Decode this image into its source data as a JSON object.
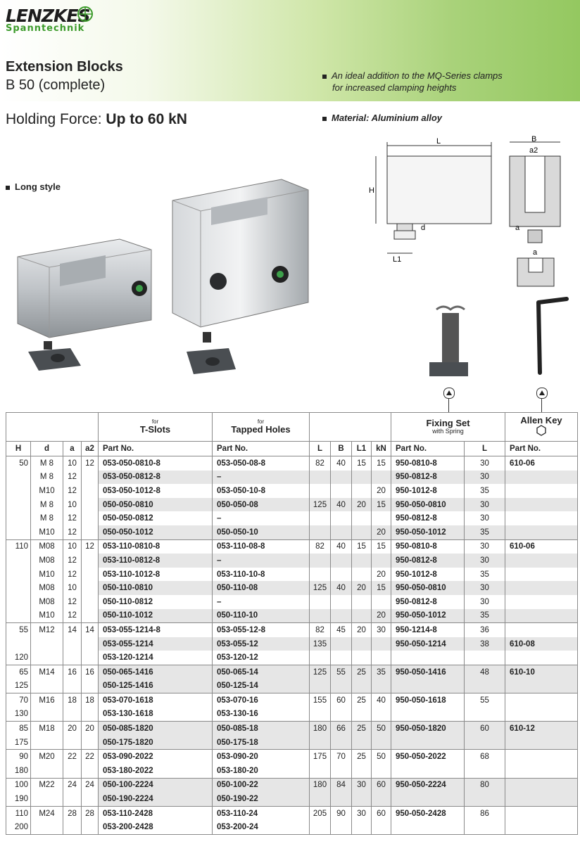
{
  "brand": {
    "name": "LENZKES",
    "sub": "Spanntechnik"
  },
  "title": {
    "line1": "Extension Blocks",
    "line2": "B 50 (complete)"
  },
  "bullets": {
    "b1_line1": "An ideal addition to the MQ-Series clamps",
    "b1_line2": "for increased clamping heights",
    "b2": "Material: Aluminium alloy",
    "style": "Long style"
  },
  "holding": {
    "label": "Holding Force:",
    "value": "Up to 60 kN"
  },
  "drawing_labels": {
    "L": "L",
    "H": "H",
    "d": "d",
    "L1": "L1",
    "B": "B",
    "a2": "a2",
    "a": "a",
    "a_bottom": "a"
  },
  "table": {
    "groups": {
      "tslots_small": "for",
      "tslots_big": "T-Slots",
      "tapped_small": "for",
      "tapped_big": "Tapped Holes",
      "fixing_big": "Fixing Set",
      "fixing_small": "with Spring",
      "allen_big": "Allen Key"
    },
    "headers": [
      "H",
      "d",
      "a",
      "a2",
      "Part No.",
      "Part No.",
      "L",
      "B",
      "L1",
      "kN",
      "Part No.",
      "L",
      "Part No."
    ],
    "rows": [
      [
        "50",
        "M 8",
        "10",
        "12",
        "053-050-0810-8",
        "053-050-08-8",
        "82",
        "40",
        "15",
        "15",
        "950-0810-8",
        "30",
        "610-06"
      ],
      [
        "",
        "M 8",
        "12",
        "",
        "053-050-0812-8",
        "–",
        "",
        "",
        "",
        "",
        "950-0812-8",
        "30",
        ""
      ],
      [
        "",
        "M10",
        "12",
        "",
        "053-050-1012-8",
        "053-050-10-8",
        "",
        "",
        "",
        "20",
        "950-1012-8",
        "35",
        ""
      ],
      [
        "",
        "M 8",
        "10",
        "",
        "050-050-0810",
        "050-050-08",
        "125",
        "40",
        "20",
        "15",
        "950-050-0810",
        "30",
        ""
      ],
      [
        "",
        "M 8",
        "12",
        "",
        "050-050-0812",
        "–",
        "",
        "",
        "",
        "",
        "950-0812-8",
        "30",
        ""
      ],
      [
        "",
        "M10",
        "12",
        "",
        "050-050-1012",
        "050-050-10",
        "",
        "",
        "",
        "20",
        "950-050-1012",
        "35",
        ""
      ],
      [
        "110",
        "M08",
        "10",
        "12",
        "053-110-0810-8",
        "053-110-08-8",
        "82",
        "40",
        "15",
        "15",
        "950-0810-8",
        "30",
        "610-06"
      ],
      [
        "",
        "M08",
        "12",
        "",
        "053-110-0812-8",
        "–",
        "",
        "",
        "",
        "",
        "950-0812-8",
        "30",
        ""
      ],
      [
        "",
        "M10",
        "12",
        "",
        "053-110-1012-8",
        "053-110-10-8",
        "",
        "",
        "",
        "20",
        "950-1012-8",
        "35",
        ""
      ],
      [
        "",
        "M08",
        "10",
        "",
        "050-110-0810",
        "050-110-08",
        "125",
        "40",
        "20",
        "15",
        "950-050-0810",
        "30",
        ""
      ],
      [
        "",
        "M08",
        "12",
        "",
        "050-110-0812",
        "–",
        "",
        "",
        "",
        "",
        "950-0812-8",
        "30",
        ""
      ],
      [
        "",
        "M10",
        "12",
        "",
        "050-110-1012",
        "050-110-10",
        "",
        "",
        "",
        "20",
        "950-050-1012",
        "35",
        ""
      ],
      [
        "55",
        "M12",
        "14",
        "14",
        "053-055-1214-8",
        "053-055-12-8",
        "82",
        "45",
        "20",
        "30",
        "950-1214-8",
        "36",
        ""
      ],
      [
        "",
        "",
        "",
        "",
        "053-055-1214",
        "053-055-12",
        "135",
        "",
        "",
        "",
        "950-050-1214",
        "38",
        "610-08"
      ],
      [
        "120",
        "",
        "",
        "",
        "053-120-1214",
        "053-120-12",
        "",
        "",
        "",
        "",
        "",
        "",
        ""
      ],
      [
        "65",
        "M14",
        "16",
        "16",
        "050-065-1416",
        "050-065-14",
        "125",
        "55",
        "25",
        "35",
        "950-050-1416",
        "48",
        "610-10"
      ],
      [
        "125",
        "",
        "",
        "",
        "050-125-1416",
        "050-125-14",
        "",
        "",
        "",
        "",
        "",
        "",
        ""
      ],
      [
        "70",
        "M16",
        "18",
        "18",
        "053-070-1618",
        "053-070-16",
        "155",
        "60",
        "25",
        "40",
        "950-050-1618",
        "55",
        ""
      ],
      [
        "130",
        "",
        "",
        "",
        "053-130-1618",
        "053-130-16",
        "",
        "",
        "",
        "",
        "",
        "",
        ""
      ],
      [
        "85",
        "M18",
        "20",
        "20",
        "050-085-1820",
        "050-085-18",
        "180",
        "66",
        "25",
        "50",
        "950-050-1820",
        "60",
        "610-12"
      ],
      [
        "175",
        "",
        "",
        "",
        "050-175-1820",
        "050-175-18",
        "",
        "",
        "",
        "",
        "",
        "",
        ""
      ],
      [
        "90",
        "M20",
        "22",
        "22",
        "053-090-2022",
        "053-090-20",
        "175",
        "70",
        "25",
        "50",
        "950-050-2022",
        "68",
        ""
      ],
      [
        "180",
        "",
        "",
        "",
        "053-180-2022",
        "053-180-20",
        "",
        "",
        "",
        "",
        "",
        "",
        ""
      ],
      [
        "100",
        "M22",
        "24",
        "24",
        "050-100-2224",
        "050-100-22",
        "180",
        "84",
        "30",
        "60",
        "950-050-2224",
        "80",
        ""
      ],
      [
        "190",
        "",
        "",
        "",
        "050-190-2224",
        "050-190-22",
        "",
        "",
        "",
        "",
        "",
        "",
        ""
      ],
      [
        "110",
        "M24",
        "28",
        "28",
        "053-110-2428",
        "053-110-24",
        "205",
        "90",
        "30",
        "60",
        "950-050-2428",
        "86",
        ""
      ],
      [
        "200",
        "",
        "",
        "",
        "053-200-2428",
        "053-200-24",
        "",
        "",
        "",
        "",
        "",
        "",
        ""
      ]
    ],
    "group_starts": [
      0,
      6,
      12,
      15,
      17,
      19,
      21,
      23,
      25
    ],
    "shaded_rows": [
      1,
      3,
      5,
      7,
      9,
      11,
      13,
      15,
      16,
      19,
      20,
      23,
      24
    ]
  }
}
